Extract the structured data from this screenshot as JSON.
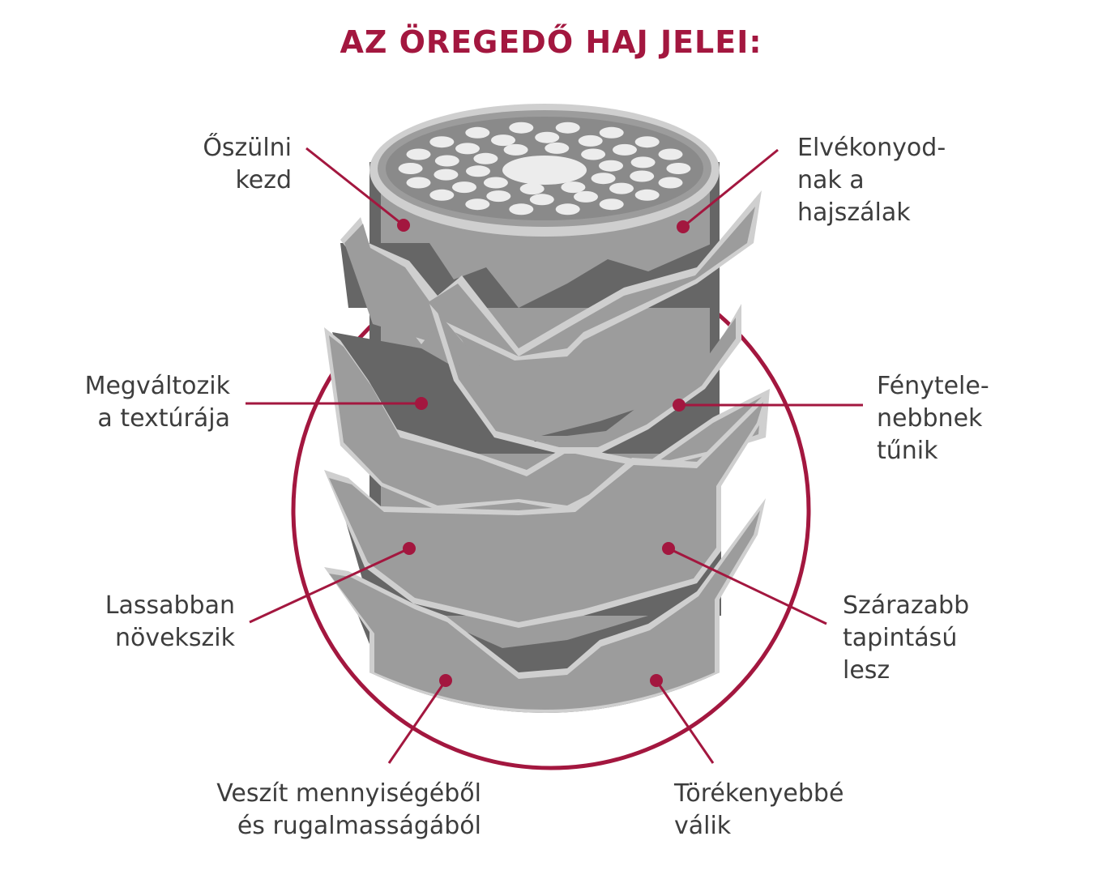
{
  "title": "AZ ÖREGEDŐ HAJ JELEI:",
  "colors": {
    "accent": "#a3173f",
    "text": "#3d3d3d",
    "hair_shaft": "#9c9c9c",
    "hair_shadow": "#666666",
    "hair_edge": "#cfcfcf",
    "cortex": "#8a8a8a",
    "cortex_cells": "#ececec"
  },
  "labels": {
    "graying": {
      "lines": [
        "Őszülni",
        "kezd"
      ]
    },
    "thinning": {
      "lines": [
        "Elvékonyod-",
        "nak a",
        "hajszálak"
      ]
    },
    "texture": {
      "lines": [
        "Megváltozik",
        "a textúrája"
      ]
    },
    "dullness": {
      "lines": [
        "Fénytele-",
        "nebbnek",
        "tűnik"
      ]
    },
    "slower_growth": {
      "lines": [
        "Lassabban",
        "növekszik"
      ]
    },
    "dryness": {
      "lines": [
        "Szárazabb",
        "tapintású",
        "lesz"
      ]
    },
    "volume_loss": {
      "lines": [
        "Veszít mennyiségéből",
        "és rugalmasságából"
      ]
    },
    "brittleness": {
      "lines": [
        "Törékenyebbé",
        "válik"
      ]
    }
  }
}
